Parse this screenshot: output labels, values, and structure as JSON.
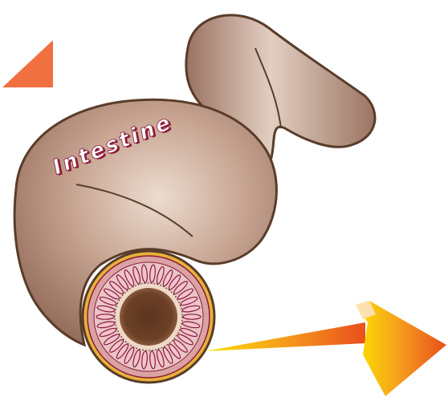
{
  "diagram": {
    "label": "Intestine",
    "colors": {
      "tube_fill": "#b38e7c",
      "tube_shade": "#7a5646",
      "tube_highlight": "#e8d7cb",
      "outline": "#5a3c2a",
      "label_fill": "#ffffff",
      "label_stroke": "#8c1a3a",
      "corner_triangle": "#f07040",
      "arrow_start": "#f5d000",
      "arrow_end": "#e8501c",
      "lumen": "#6b4026",
      "villi_fill": "#f2c4cf",
      "villi_stroke": "#8c1a3a",
      "wall_pink": "#d9a3a3",
      "serosa_gold": "#e8b23a"
    },
    "icons": {
      "corner": "orange-triangle",
      "arrow": "orange-arrow"
    }
  }
}
